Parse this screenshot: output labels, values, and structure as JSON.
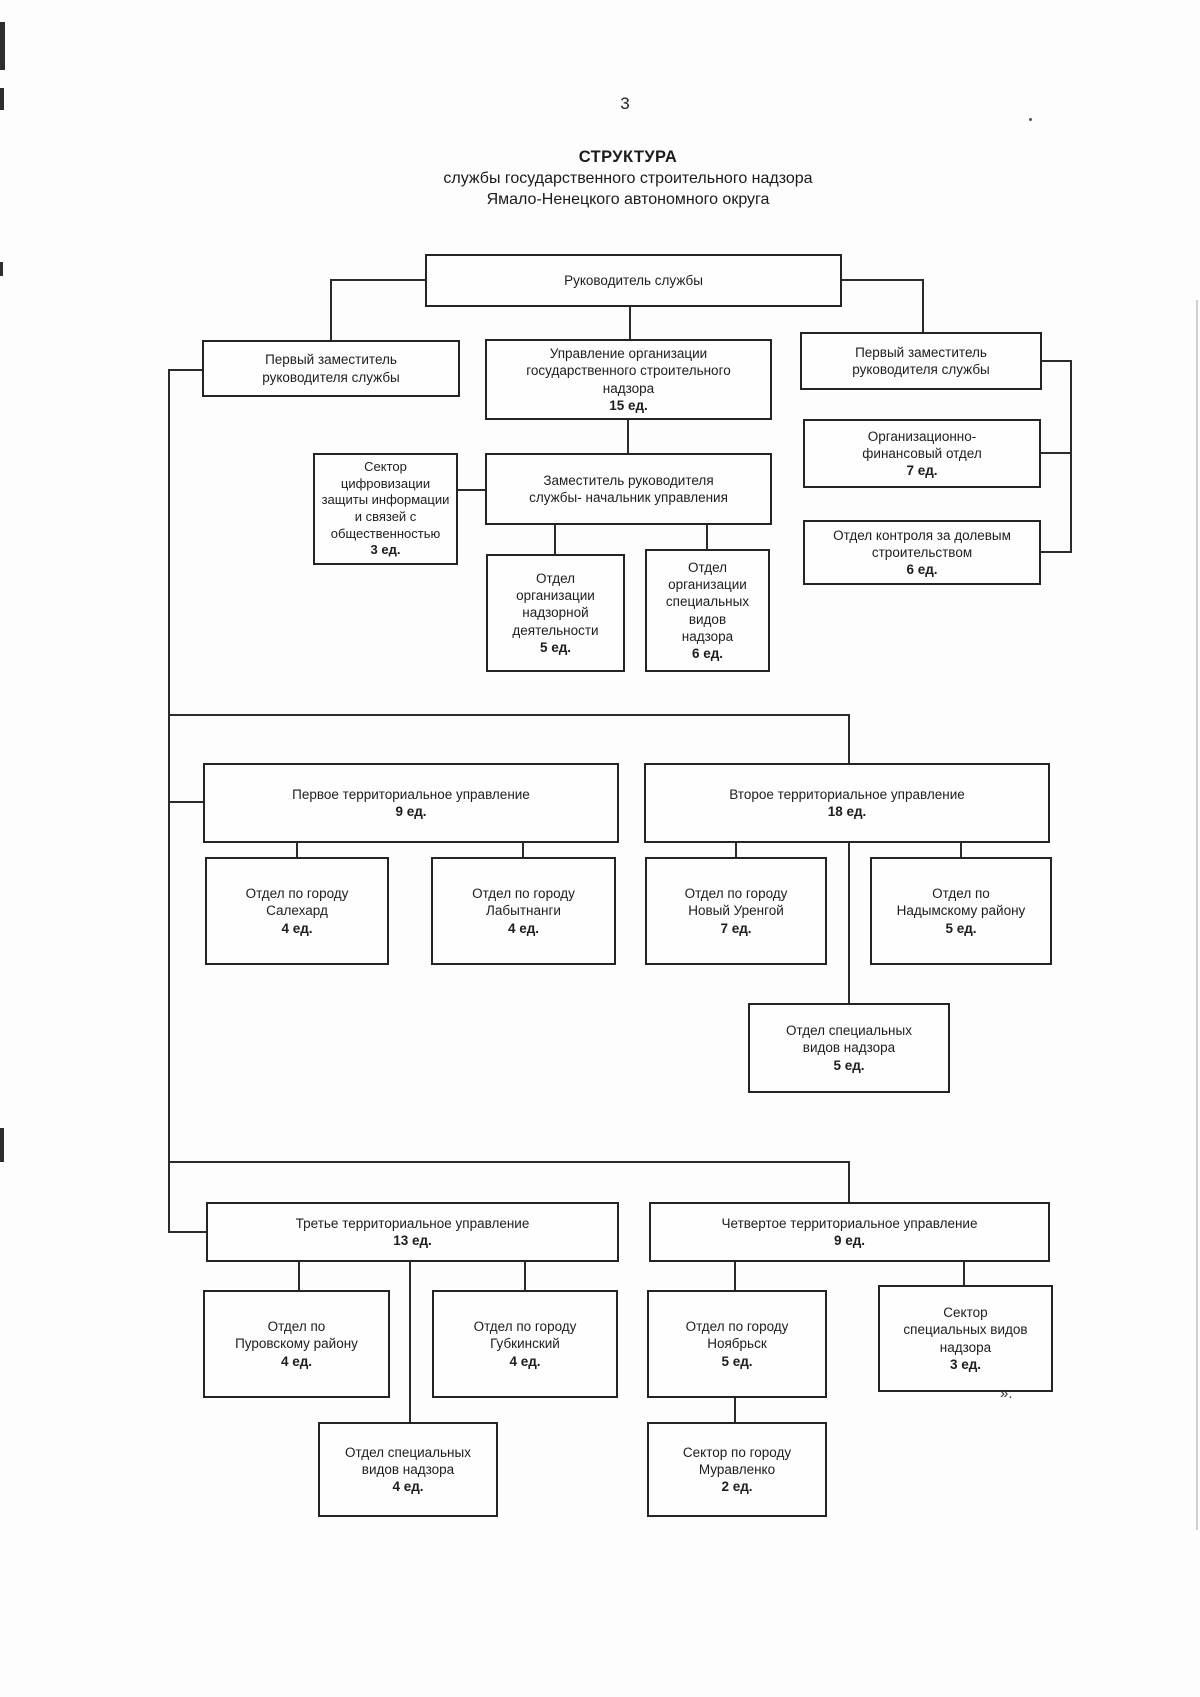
{
  "page": {
    "number": "3",
    "trailing_mark": "»."
  },
  "title": {
    "line1": "СТРУКТУРА",
    "line2": "службы государственного строительного надзора",
    "line3": "Ямало-Ненецкого автономного округа"
  },
  "diagram": {
    "boxes": {
      "head": {
        "label": "Руководитель службы"
      },
      "first_deputy_left": {
        "label": "Первый заместитель\nруководителя службы"
      },
      "directorate_org_supervision": {
        "label": "Управление организации\nгосударственного строительного\nнадзора",
        "units": "15 ед."
      },
      "first_deputy_right": {
        "label": "Первый заместитель\nруководителя службы"
      },
      "org_finance_dept": {
        "label": "Организационно-\nфинансовый отдел",
        "units": "7 ед."
      },
      "shared_construction_control_dept": {
        "label": "Отдел контроля за долевым\nстроительством",
        "units": "6 ед."
      },
      "digitalization_sector": {
        "label": "Сектор цифровизации\nзащиты информации\nи связей с\nобщественностью",
        "units": "3 ед."
      },
      "deputy_head_directorate": {
        "label": "Заместитель руководителя\nслужбы- начальник управления"
      },
      "supervision_org_dept": {
        "label": "Отдел\nорганизации\nнадзорной\nдеятельности",
        "units": "5 ед."
      },
      "special_supervision_org_dept": {
        "label": "Отдел\nорганизации\nспециальных\nвидов\nнадзора",
        "units": "6 ед."
      },
      "terr_dir_1": {
        "label": "Первое территориальное управление",
        "units": "9 ед."
      },
      "terr_dir_2": {
        "label": "Второе территориальное управление",
        "units": "18 ед."
      },
      "salekhard_dept": {
        "label": "Отдел по городу\nСалехард",
        "units": "4 ед."
      },
      "labytnangi_dept": {
        "label": "Отдел по городу\nЛабытнанги",
        "units": "4 ед."
      },
      "novy_urengoy_dept": {
        "label": "Отдел по городу\nНовый Уренгой",
        "units": "7 ед."
      },
      "nadym_dept": {
        "label": "Отдел по\nНадымскому району",
        "units": "5 ед."
      },
      "special_supervision_dept_2": {
        "label": "Отдел специальных\nвидов надзора",
        "units": "5 ед."
      },
      "terr_dir_3": {
        "label": "Третье территориальное управление",
        "units": "13 ед."
      },
      "terr_dir_4": {
        "label": "Четвертое территориальное управление",
        "units": "9 ед."
      },
      "purovsky_dept": {
        "label": "Отдел по\nПуровскому району",
        "units": "4 ед."
      },
      "gubkinsky_dept": {
        "label": "Отдел по городу\nГубкинский",
        "units": "4 ед."
      },
      "noyabrsk_dept": {
        "label": "Отдел по городу\nНоябрьск",
        "units": "5 ед."
      },
      "special_supervision_sector_4": {
        "label": "Сектор\nспециальных видов\nнадзора",
        "units": "3 ед."
      },
      "special_supervision_dept_3": {
        "label": "Отдел специальных\nвидов надзора",
        "units": "4 ед."
      },
      "muravlenko_sector": {
        "label": "Сектор по городу\nМуравленко",
        "units": "2 ед."
      }
    }
  }
}
